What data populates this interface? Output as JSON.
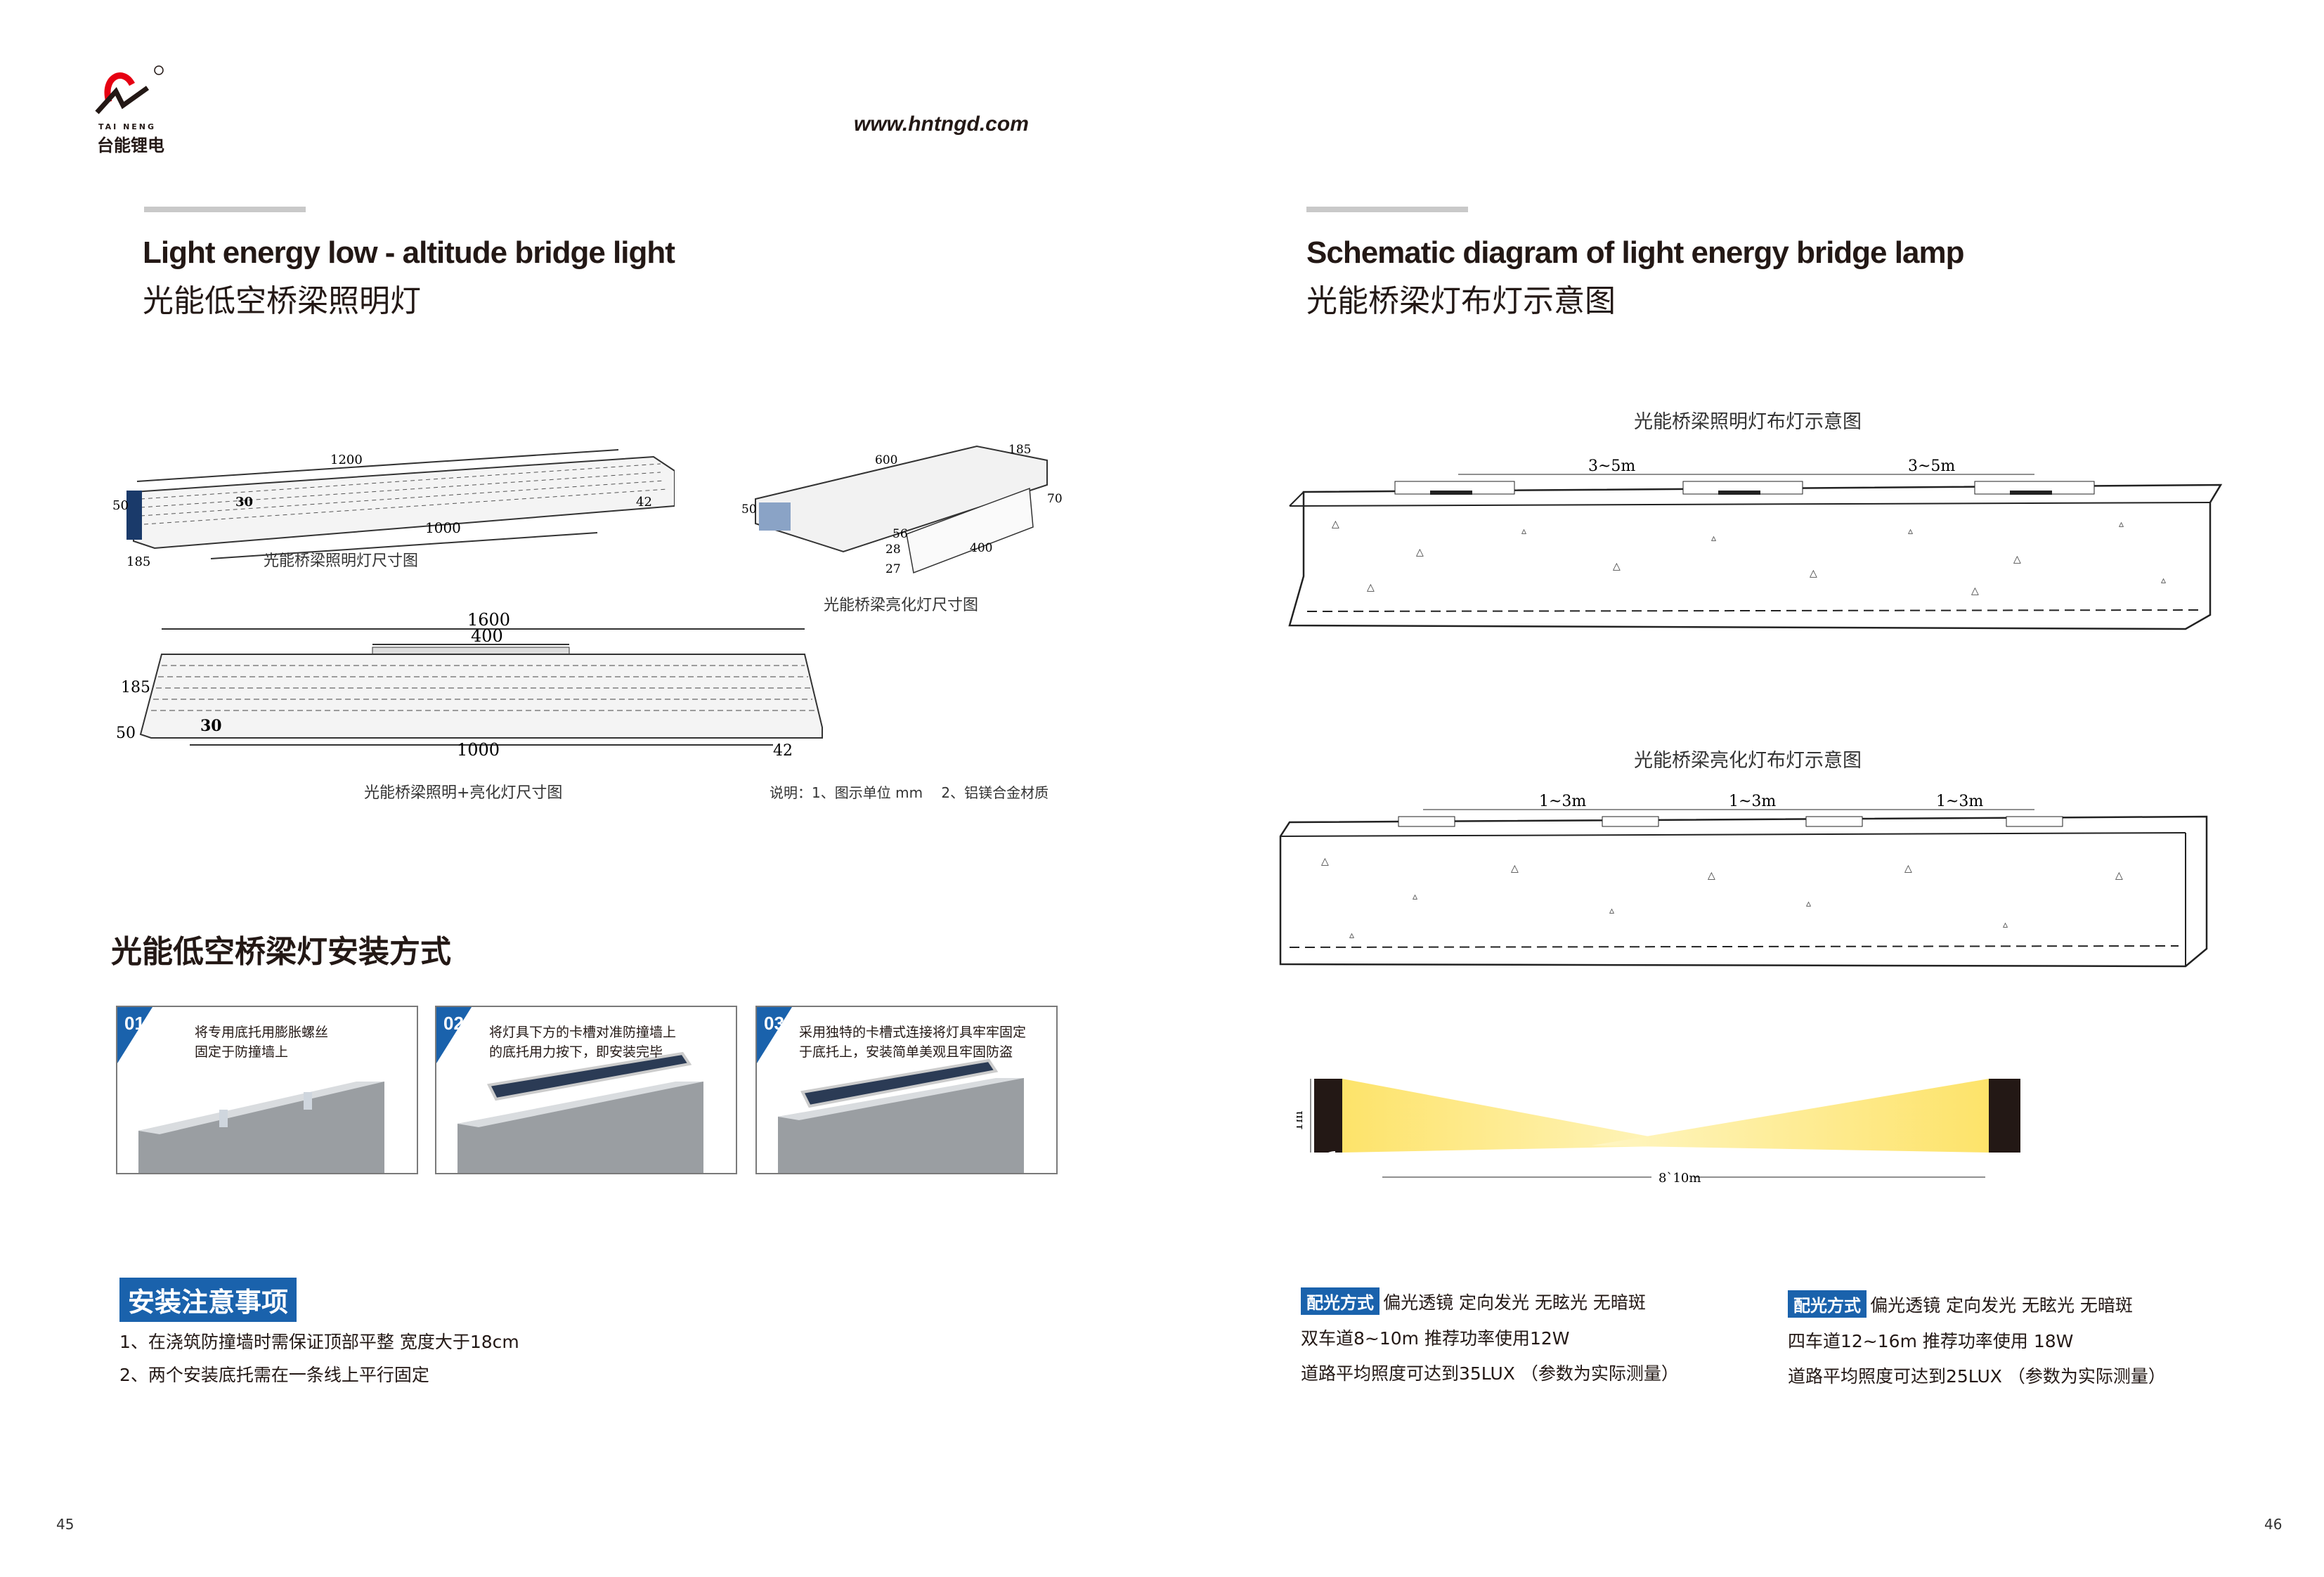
{
  "brand": {
    "logo_en": "TAI NENG",
    "logo_cn": "台能锂电",
    "url": "www.hntngd.com"
  },
  "left": {
    "title_en": "Light energy low - altitude bridge light",
    "title_cn": "光能低空桥梁照明灯",
    "diagram1": {
      "caption": "光能桥梁照明灯尺寸图",
      "dims": [
        "1200",
        "1000",
        "50",
        "185",
        "30",
        "42"
      ]
    },
    "diagram2": {
      "caption": "光能桥梁亮化灯尺寸图",
      "dims": [
        "600",
        "185",
        "50",
        "70",
        "56",
        "28",
        "27",
        "400"
      ]
    },
    "diagram3": {
      "caption": "光能桥梁照明+亮化灯尺寸图",
      "dims": [
        "1600",
        "400",
        "185",
        "50",
        "30",
        "1000",
        "42"
      ]
    },
    "note": "说明：1、图示单位 mm　 2、铝镁合金材质",
    "install_heading": "光能低空桥梁灯安装方式",
    "steps": [
      {
        "num": "01",
        "line1": "将专用底托用膨胀螺丝",
        "line2": "固定于防撞墙上"
      },
      {
        "num": "02",
        "line1": "将灯具下方的卡槽对准防撞墙上",
        "line2": "的底托用力按下，即安装完毕"
      },
      {
        "num": "03",
        "line1": "采用独特的卡槽式连接将灯具牢牢固定",
        "line2": "于底托上，安装简单美观且牢固防盗"
      }
    ],
    "notice_heading": "安装注意事项",
    "notices": [
      "1、在浇筑防撞墙时需保证顶部平整 宽度大于18cm",
      "2、两个安装底托需在一条线上平行固定"
    ],
    "page_number": "45"
  },
  "right": {
    "title_en": "Schematic diagram of light energy bridge lamp",
    "title_cn": "光能桥梁灯布灯示意图",
    "layout1": {
      "title": "光能桥梁照明灯布灯示意图",
      "spacing": "3~5m"
    },
    "layout2": {
      "title": "光能桥梁亮化灯布灯示意图",
      "spacing": "1~3m"
    },
    "beam": {
      "height": "1m",
      "width": "8`10m"
    },
    "specs": [
      {
        "tag": "配光方式",
        "features": "偏光透镜 定向发光 无眩光 无暗斑",
        "line1": "双车道8~10m 推荐功率使用12W",
        "line2": "道路平均照度可达到35LUX （参数为实际测量）"
      },
      {
        "tag": "配光方式",
        "features": "偏光透镜 定向发光 无眩光 无暗斑",
        "line1": "四车道12~16m 推荐功率使用 18W",
        "line2": "道路平均照度可达到25LUX （参数为实际测量）"
      }
    ],
    "page_number": "46"
  },
  "colors": {
    "accent": "#1a62ac",
    "logo_red": "#e60012",
    "bar": "#c9c9c9",
    "beam": "#fde36a"
  }
}
